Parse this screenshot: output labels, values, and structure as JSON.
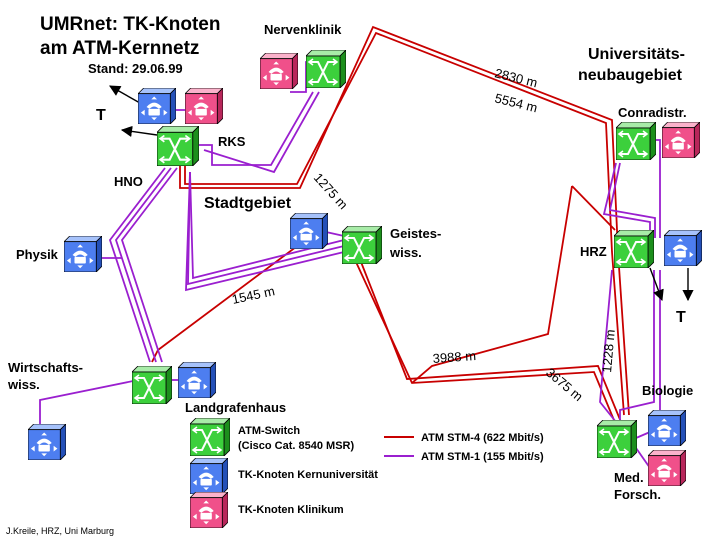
{
  "title_line1": "UMRnet: TK-Knoten",
  "title_line2": "am ATM-Kernnetz",
  "stand": "Stand: 29.06.99",
  "labels": {
    "nervenklinik": "Nervenklinik",
    "neubau_1": "Universitäts-",
    "neubau_2": "neubaugebiet",
    "rks": "RKS",
    "hno": "HNO",
    "stadtgebiet": "Stadtgebiet",
    "conradistr": "Conradistr.",
    "physik": "Physik",
    "geistes_1": "Geistes-",
    "geistes_2": "wiss.",
    "hrz": "HRZ",
    "wirtschafts_1": "Wirtschafts-",
    "wirtschafts_2": "wiss.",
    "landgrafenhaus": "Landgrafenhaus",
    "biologie": "Biologie",
    "medforsch_1": "Med.",
    "medforsch_2": "Forsch.",
    "t_left": "T",
    "t_right": "T"
  },
  "distances": {
    "d2830": "2830 m",
    "d5554": "5554 m",
    "d1275": "1275 m",
    "d1545": "1545 m",
    "d1228": "1228 m",
    "d3988": "3988 m",
    "d3675": "3675 m"
  },
  "legend": {
    "switch_1": "ATM-Switch",
    "switch_2": "(Cisco Cat. 8540 MSR)",
    "stm4": "ATM STM-4 (622 Mbit/s)",
    "stm1": "ATM STM-1 (155 Mbit/s)",
    "kern": "TK-Knoten Kernuniversität",
    "klinik": "TK-Knoten Klinikum"
  },
  "credit": "J.Kreile, HRZ, Uni Marburg",
  "colors": {
    "stm4_line": "#c80000",
    "stm1_line": "#9a1fcf",
    "switch": "#3cd03c",
    "tk_kern": "#4d7ef0",
    "tk_klinik": "#f0508a"
  }
}
